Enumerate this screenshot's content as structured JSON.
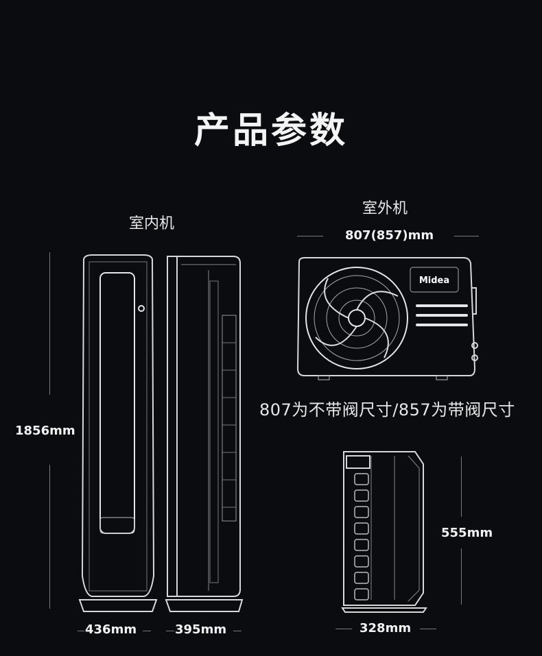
{
  "title": "产品参数",
  "indoor": {
    "label": "室内机",
    "height_label": "1856mm",
    "width_front_label": "436mm",
    "width_side_label": "395mm"
  },
  "outdoor": {
    "label": "室外机",
    "width_label": "807(857)mm",
    "brand_text": "Midea",
    "note": "807为不带阀尺寸/857为带阀尺寸",
    "height_label": "555mm",
    "depth_label": "328mm"
  },
  "colors": {
    "background": "#0b0c10",
    "line": "#9a9a9a",
    "text": "#ffffff"
  }
}
